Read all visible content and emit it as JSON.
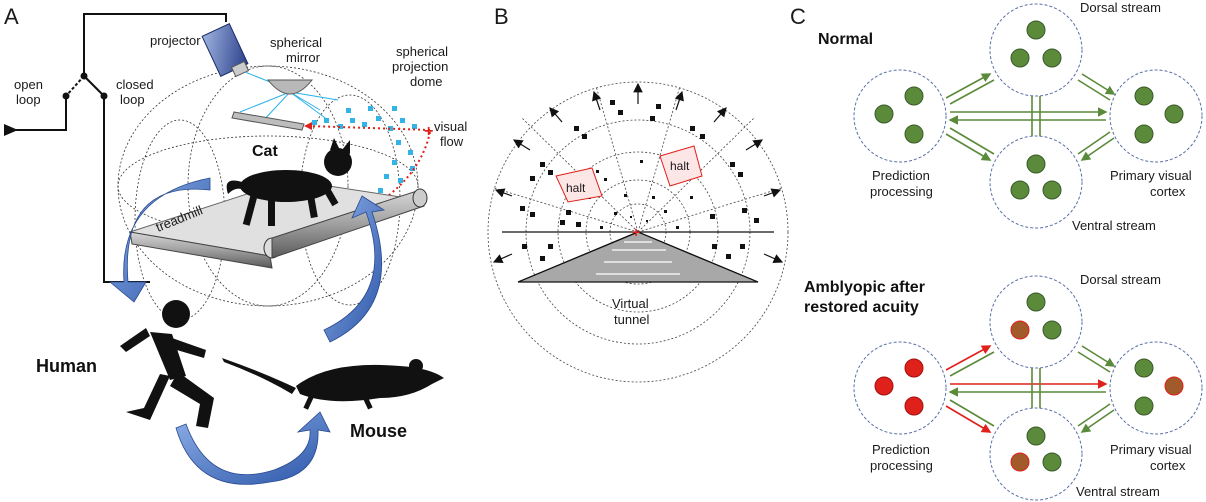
{
  "panel_a": {
    "letter": "A",
    "projector": "projector",
    "mirror_line1": "spherical",
    "mirror_line2": "mirror",
    "dome_line1": "spherical",
    "dome_line2": "projection",
    "dome_line3": "dome",
    "open_line1": "open",
    "open_line2": "loop",
    "closed_line1": "closed",
    "closed_line2": "loop",
    "visual_line1": "visual",
    "visual_line2": "flow",
    "cat": "Cat",
    "treadmill": "treadmill",
    "human": "Human",
    "mouse": "Mouse"
  },
  "panel_b": {
    "letter": "B",
    "halt_left": "halt",
    "halt_right": "halt",
    "tunnel_line1": "Virtual",
    "tunnel_line2": "tunnel"
  },
  "panel_c": {
    "letter": "C",
    "normal": {
      "title": "Normal",
      "dorsal": "Dorsal stream",
      "ventral": "Ventral stream",
      "prediction_line1": "Prediction",
      "prediction_line2": "processing",
      "primary_line1": "Primary visual",
      "primary_line2": "cortex"
    },
    "amblyopic": {
      "title_line1": "Amblyopic after",
      "title_line2": "restored acuity",
      "dorsal": "Dorsal stream",
      "ventral": "Ventral stream",
      "prediction_line1": "Prediction",
      "prediction_line2": "processing",
      "primary_line1": "Primary visual",
      "primary_line2": "cortex"
    }
  },
  "colors": {
    "green": "#5a8a3a",
    "red": "#e0201a",
    "blue_arrow": "#3a64b8",
    "dash_circle": "#5a6fa8"
  }
}
